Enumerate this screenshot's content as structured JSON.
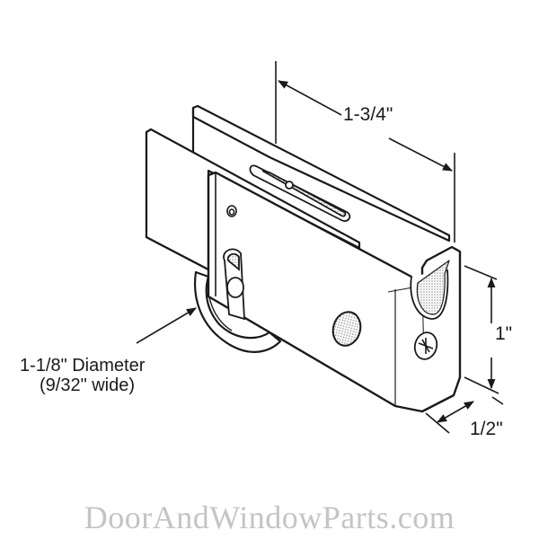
{
  "diagram": {
    "subject": "Sliding door roller assembly",
    "dimensions": {
      "length": "1-3/4\"",
      "height": "1\"",
      "depth": "1/2\""
    },
    "wheel_callout": {
      "line1": "1-1/8\" Diameter",
      "line2": "(9/32\" wide)"
    },
    "colors": {
      "line": "#1a1a1a",
      "hatch": "#9a9a9a",
      "watermark": "#c4c4c4"
    }
  },
  "watermark": {
    "text": "DoorAndWindowParts.com"
  }
}
